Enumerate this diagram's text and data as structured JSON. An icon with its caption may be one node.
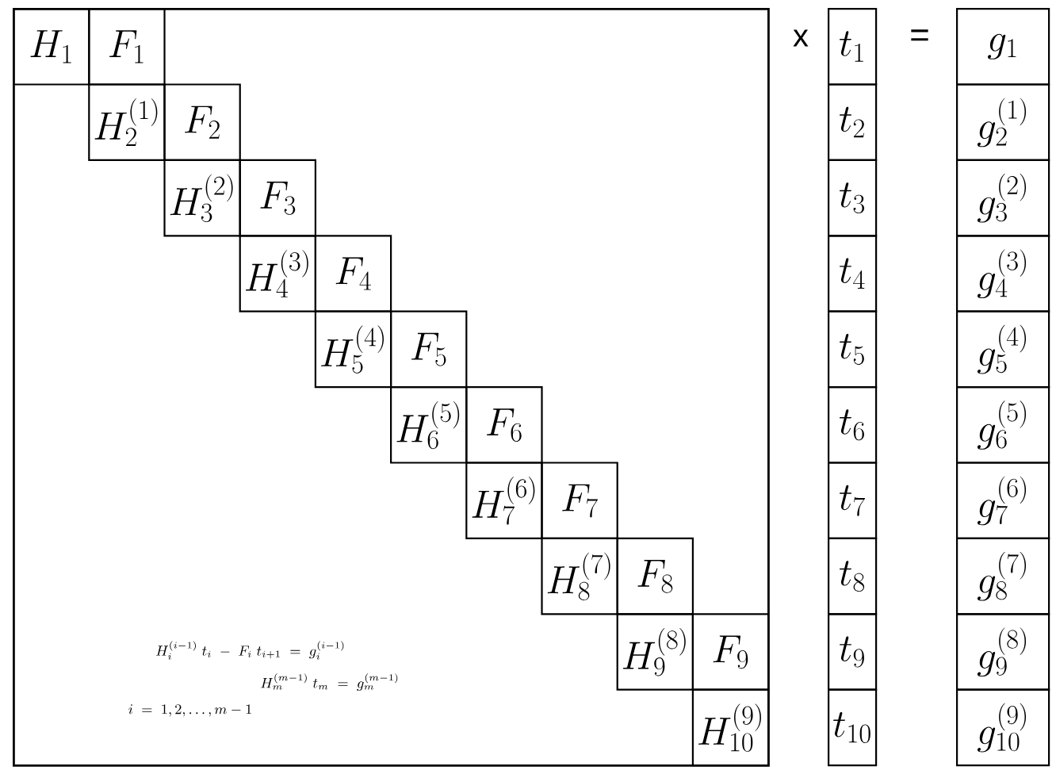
{
  "diagram": {
    "nodes": [
      {
        "text": [],
        "shape": "box"
      },
      {
        "text": [
          "H_{1}"
        ],
        "in": 0
      },
      {
        "text": [
          "F_{1}"
        ],
        "in": 0
      },
      {
        "text": [
          "H_{2}^{(1)}"
        ],
        "in": 0
      },
      {
        "text": [
          "F_{2}"
        ],
        "in": 0
      },
      {
        "text": [
          "H_{3}^{(2)}"
        ],
        "in": 0
      },
      {
        "text": [
          "F_{3}"
        ],
        "in": 0
      },
      {
        "text": [
          "H_{4}^{(3)}"
        ],
        "in": 0
      },
      {
        "text": [
          "F_{4}"
        ],
        "in": 0
      },
      {
        "text": [
          "H_{5}^{(4)}"
        ],
        "in": 0
      },
      {
        "text": [
          "F_{5}"
        ],
        "in": 0
      },
      {
        "text": [
          "H_{6}^{(5)}"
        ],
        "in": 0
      },
      {
        "text": [
          "F_{6}"
        ],
        "in": 0
      },
      {
        "text": [
          "H_{7}^{(6)}"
        ],
        "in": 0
      },
      {
        "text": [
          "F_{7}"
        ],
        "in": 0
      },
      {
        "text": [
          "H_{8}^{(7)}"
        ],
        "in": 0
      },
      {
        "text": [
          "F_{8}"
        ],
        "in": 0
      },
      {
        "text": [
          "H_{9}^{(8)}"
        ],
        "in": 0
      },
      {
        "text": [
          "F_{9}"
        ],
        "in": 0
      },
      {
        "text": [
          "H_{10}^{(9)}"
        ],
        "in": 0
      },
      {
        "text": [
          "t_{1}"
        ]
      },
      {
        "text": [
          "t_{2}"
        ]
      },
      {
        "text": [
          "t_{3}"
        ]
      },
      {
        "text": [
          "t_{4}"
        ]
      },
      {
        "text": [
          "t_{5}"
        ]
      },
      {
        "text": [
          "t_{6}"
        ]
      },
      {
        "text": [
          "t_{7}"
        ]
      },
      {
        "text": [
          "t_{8}"
        ]
      },
      {
        "text": [
          "t_{9}"
        ]
      },
      {
        "text": [
          "t_{10}"
        ]
      },
      {
        "text": [
          "g_{1}"
        ]
      },
      {
        "text": [
          "g_{2}^{(1)}"
        ]
      },
      {
        "text": [
          "g_{3}^{(2)}"
        ]
      },
      {
        "text": [
          "g_{4}^{(3)}"
        ]
      },
      {
        "text": [
          "g_{5}^{(4)}"
        ]
      },
      {
        "text": [
          "g_{6}^{(5)}"
        ]
      },
      {
        "text": [
          "g_{7}^{(6)}"
        ]
      },
      {
        "text": [
          "g_{8}^{(7)}"
        ]
      },
      {
        "text": [
          "g_{9}^{(8)}"
        ]
      },
      {
        "text": [
          "g_{10}^{(9)}"
        ]
      }
    ],
    "labels": [
      "x",
      "=",
      "H_{i}^{(i-1)}\\;t_{i}\\;-\\;F_{i}\\;t_{i+1}\\;=\\;g_{i}^{(i-1)}",
      "H_{m}^{(m-1)}\\;t_{m}\\;=\\;g_{m}^{(m-1)}",
      "i\\;=\\;1,2,\\ldots,m-1"
    ]
  }
}
